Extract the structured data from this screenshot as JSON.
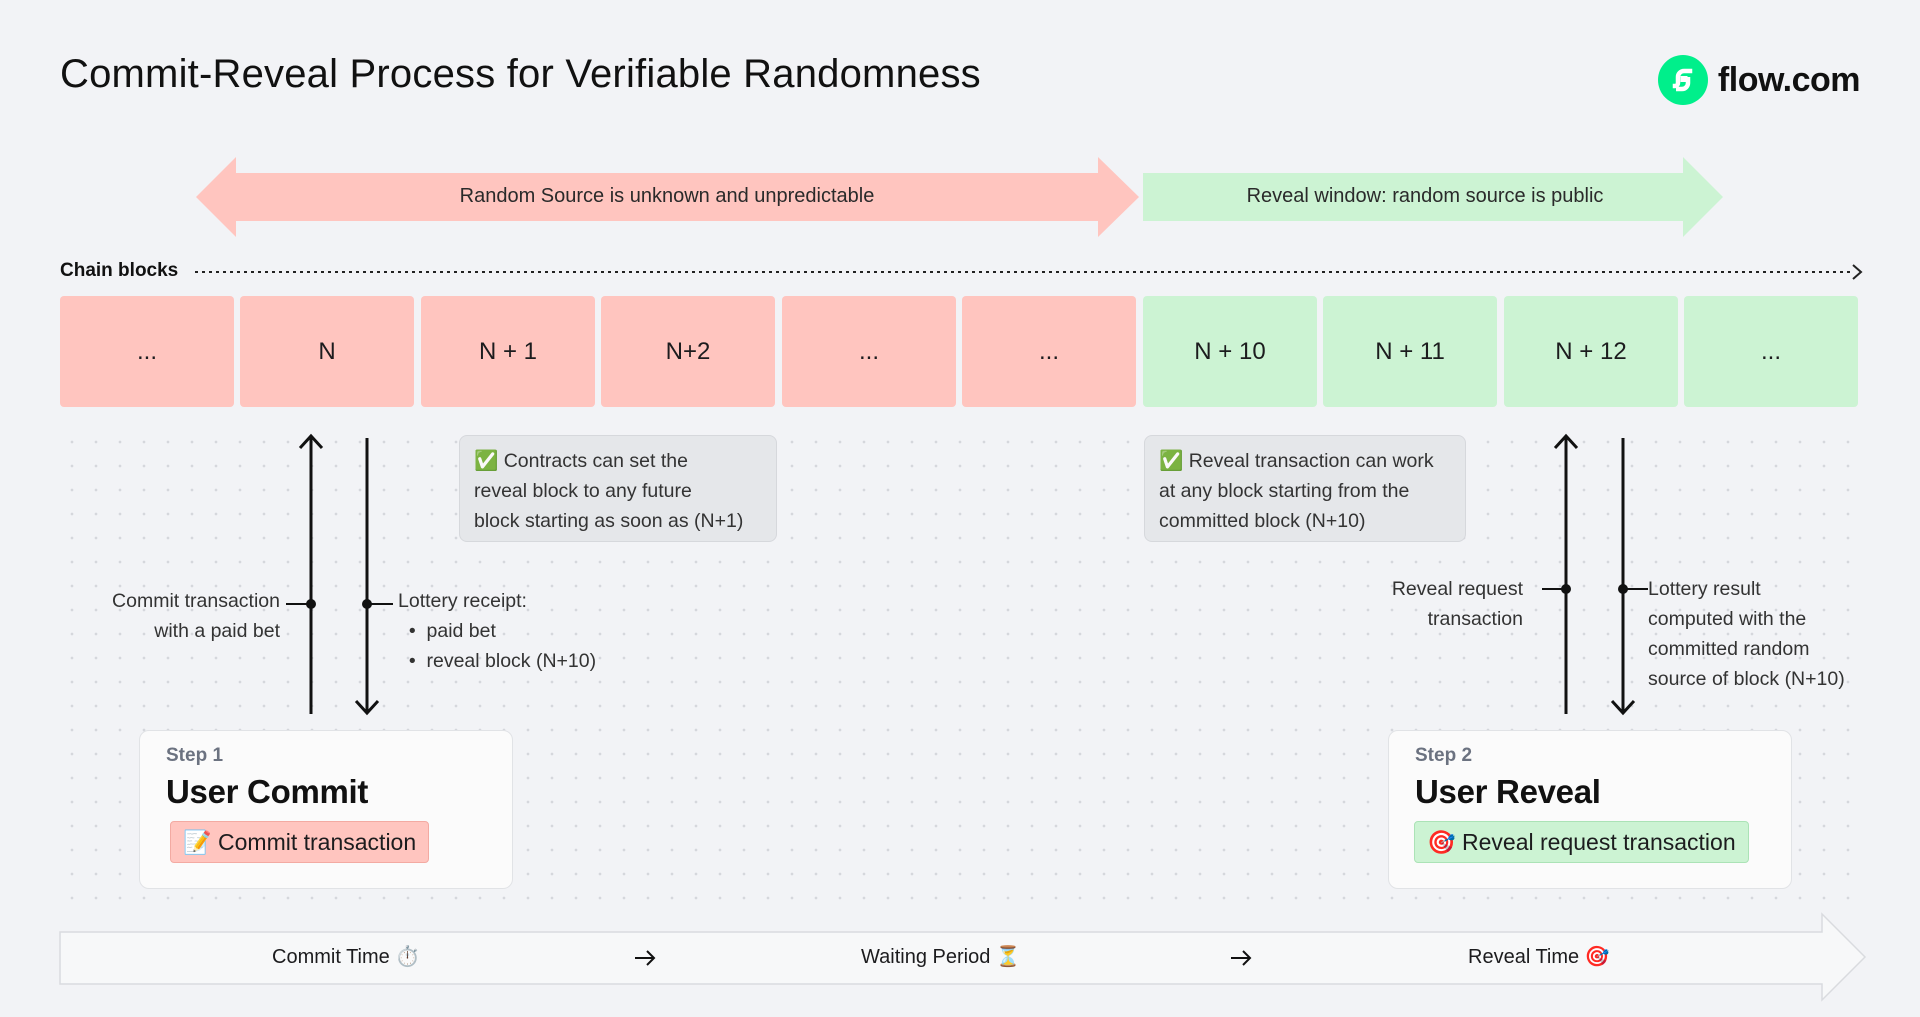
{
  "title": "Commit-Reveal Process for Verifiable Randomness",
  "logo": {
    "text": "flow.com",
    "icon": "flow-logo-icon",
    "color": "#00ef8b"
  },
  "banners": {
    "unknown": "Random Source is unknown and unpredictable",
    "reveal": "Reveal window: random source is public"
  },
  "chain": {
    "label": "Chain blocks",
    "blocks": [
      "...",
      "N",
      "N + 1",
      "N+2",
      "...",
      "...",
      "N + 10",
      "N + 11",
      "N + 12",
      "..."
    ],
    "phase_colors": {
      "hidden": "#ffc5bf",
      "public": "#ccf3d3"
    }
  },
  "notes": {
    "contracts": [
      "✅ Contracts can set the",
      "reveal block to any future",
      "block starting as soon as (N+1)"
    ],
    "reveal": [
      "✅ Reveal transaction can work",
      "at any block starting from the",
      "committed block (N+10)"
    ]
  },
  "labels": {
    "commit_tx": [
      "Commit transaction",
      "with a paid bet"
    ],
    "receipt_title": "Lottery receipt:",
    "receipt_items": [
      "paid bet",
      "reveal block (N+10)"
    ],
    "reveal_req": [
      "Reveal request",
      "transaction"
    ],
    "lottery_result": [
      "Lottery result",
      "computed with the",
      "committed random",
      "source of block (N+10)"
    ]
  },
  "steps": {
    "step1": {
      "num": "Step 1",
      "title": "User Commit",
      "pill": "📝 Commit transaction"
    },
    "step2": {
      "num": "Step 2",
      "title": "User Reveal",
      "pill": "🎯 Reveal request transaction"
    }
  },
  "timeline": {
    "commit": "Commit Time ⏱️",
    "waiting": "Waiting Period ⏳",
    "reveal": "Reveal Time 🎯"
  }
}
